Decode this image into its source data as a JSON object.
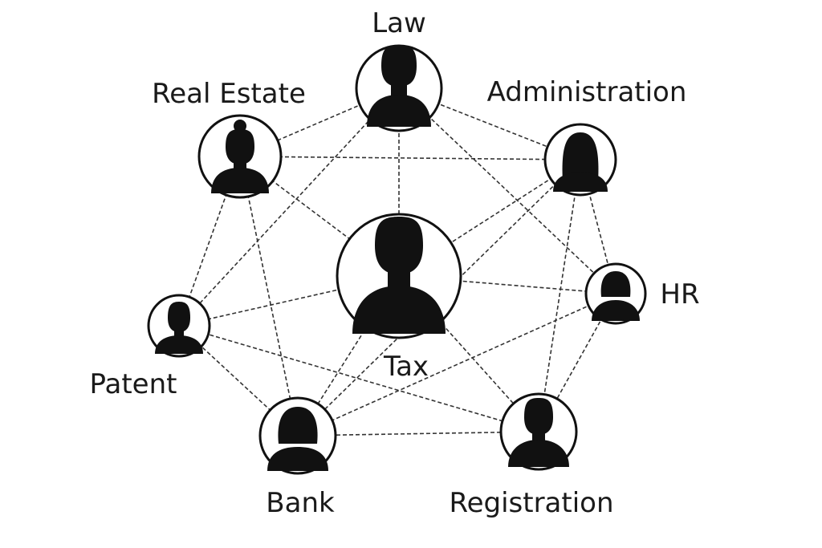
{
  "colors": {
    "background": "#ffffff",
    "ink": "#111111",
    "line": "#333333"
  },
  "nodes": [
    {
      "id": "law",
      "label": "Law",
      "icon": "man-silhouette-icon"
    },
    {
      "id": "real-estate",
      "label": "Real Estate",
      "icon": "woman-bun-silhouette-icon"
    },
    {
      "id": "administration",
      "label": "Administration",
      "icon": "woman-long-hair-silhouette-icon"
    },
    {
      "id": "tax",
      "label": "Tax",
      "icon": "man-silhouette-icon"
    },
    {
      "id": "hr",
      "label": "HR",
      "icon": "woman-bob-silhouette-icon"
    },
    {
      "id": "patent",
      "label": "Patent",
      "icon": "man-silhouette-icon"
    },
    {
      "id": "bank",
      "label": "Bank",
      "icon": "woman-bob-silhouette-icon"
    },
    {
      "id": "registration",
      "label": "Registration",
      "icon": "man-silhouette-icon"
    }
  ],
  "edges": [
    [
      "law",
      "real-estate"
    ],
    [
      "law",
      "administration"
    ],
    [
      "law",
      "tax"
    ],
    [
      "law",
      "patent"
    ],
    [
      "law",
      "hr"
    ],
    [
      "real-estate",
      "administration"
    ],
    [
      "real-estate",
      "tax"
    ],
    [
      "real-estate",
      "patent"
    ],
    [
      "real-estate",
      "bank"
    ],
    [
      "administration",
      "tax"
    ],
    [
      "administration",
      "hr"
    ],
    [
      "administration",
      "registration"
    ],
    [
      "administration",
      "bank"
    ],
    [
      "tax",
      "patent"
    ],
    [
      "tax",
      "hr"
    ],
    [
      "tax",
      "bank"
    ],
    [
      "tax",
      "registration"
    ],
    [
      "hr",
      "bank"
    ],
    [
      "hr",
      "registration"
    ],
    [
      "patent",
      "bank"
    ],
    [
      "patent",
      "registration"
    ],
    [
      "bank",
      "registration"
    ]
  ]
}
